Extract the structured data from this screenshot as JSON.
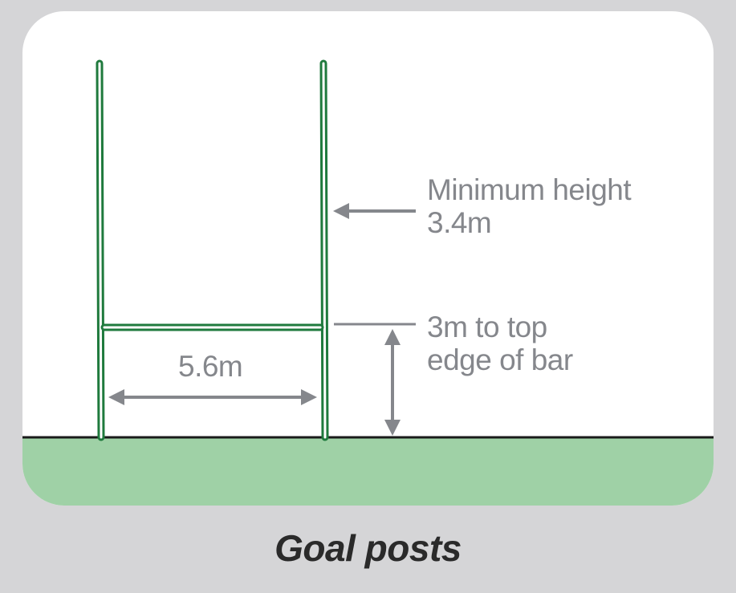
{
  "diagram": {
    "height_label": {
      "line1": "Minimum height",
      "line2": "3.4m"
    },
    "bar_label": {
      "line1": "3m to top",
      "line2": "edge of bar"
    },
    "width_label": "5.6m",
    "caption": "Goal posts"
  },
  "colors": {
    "background": "#d5d5d7",
    "panel": "#ffffff",
    "grass": "#9fd1a6",
    "post": "#1f7a3d",
    "ground_line": "#1a1a1a",
    "annotation": "#85878c",
    "caption": "#2a2a2a",
    "glow": "#8ecdf0"
  }
}
